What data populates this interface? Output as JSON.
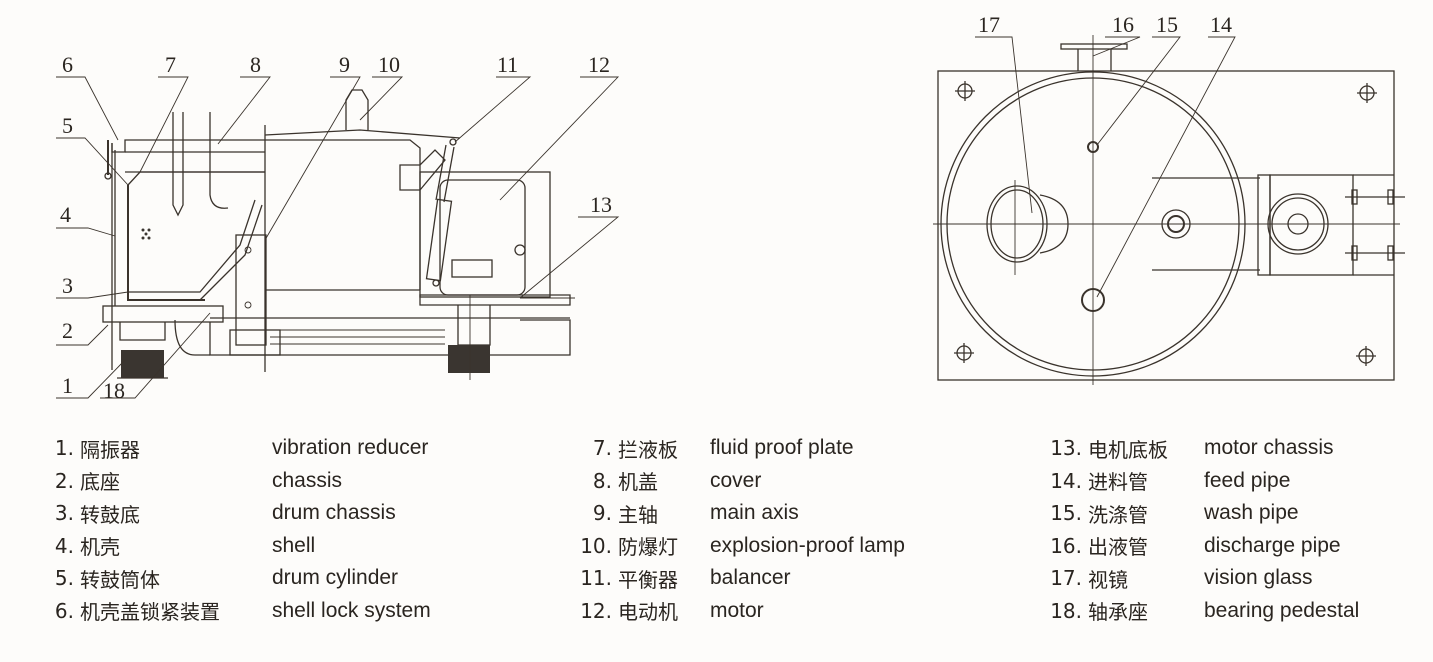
{
  "diagram": {
    "side_view_callouts": [
      "6",
      "7",
      "8",
      "9",
      "10",
      "11",
      "12",
      "5",
      "4",
      "13",
      "3",
      "2",
      "1",
      "18"
    ],
    "top_view_callouts": [
      "17",
      "16",
      "15",
      "14"
    ]
  },
  "legend": {
    "columns": [
      {
        "items": [
          {
            "num": "1.",
            "zh": "隔振器",
            "en": "vibration reducer"
          },
          {
            "num": "2.",
            "zh": "底座",
            "en": "chassis"
          },
          {
            "num": "3.",
            "zh": "转鼓底",
            "en": "drum chassis"
          },
          {
            "num": "4.",
            "zh": "机壳",
            "en": "shell"
          },
          {
            "num": "5.",
            "zh": "转鼓筒体",
            "en": "drum cylinder"
          },
          {
            "num": "6.",
            "zh": "机壳盖锁紧装置",
            "en": "shell lock system"
          }
        ]
      },
      {
        "items": [
          {
            "num": "7.",
            "zh": "拦液板",
            "en": "fluid proof plate"
          },
          {
            "num": "8.",
            "zh": "机盖",
            "en": "cover"
          },
          {
            "num": "9.",
            "zh": "主轴",
            "en": "main axis"
          },
          {
            "num": "10.",
            "zh": "防爆灯",
            "en": "explosion-proof lamp"
          },
          {
            "num": "11.",
            "zh": "平衡器",
            "en": "balancer"
          },
          {
            "num": "12.",
            "zh": "电动机",
            "en": "motor"
          }
        ]
      },
      {
        "items": [
          {
            "num": "13.",
            "zh": "电机底板",
            "en": "motor chassis"
          },
          {
            "num": "14.",
            "zh": "进料管",
            "en": "feed pipe"
          },
          {
            "num": "15.",
            "zh": "洗涤管",
            "en": "wash pipe"
          },
          {
            "num": "16.",
            "zh": "出液管",
            "en": "discharge pipe"
          },
          {
            "num": "17.",
            "zh": "视镜",
            "en": "vision glass"
          },
          {
            "num": "18.",
            "zh": "轴承座",
            "en": "bearing pedestal"
          }
        ]
      }
    ]
  },
  "colors": {
    "ink": "#2a2520",
    "paper": "#fdfcfa"
  }
}
